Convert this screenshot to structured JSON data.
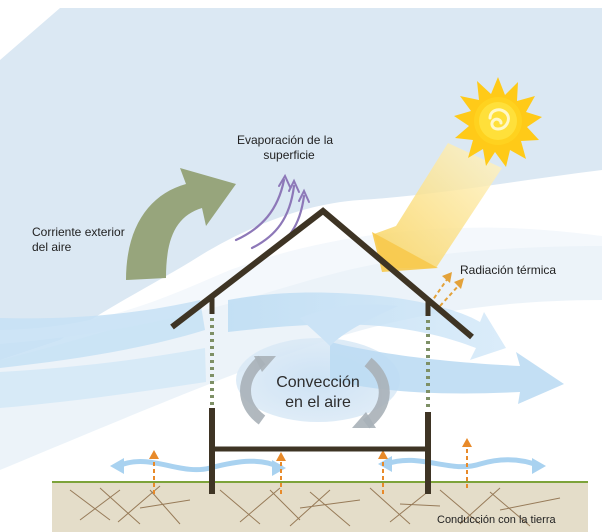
{
  "labels": {
    "outside_air_line1": "Corriente  exterior",
    "outside_air_line2": "del aire",
    "evaporation_line1": "Evaporación de la",
    "evaporation_line2": "superficie",
    "thermal_radiation": "Radiación térmica",
    "convection_line1": "Convección",
    "convection_line2": "en el aire",
    "ground_conduction": "Conducción con la tierra"
  },
  "colors": {
    "sky_blue": "#dbe8f3",
    "airflow_blue": "#b7daf3",
    "outside_air_arrow": "#97a57c",
    "evaporation_arrows": "#8d78b8",
    "sun_yellow": "#ffd21f",
    "sun_rays": "#ffca18",
    "sun_beam": "#fbd96b",
    "house_brown": "#3e3424",
    "wall_dashes": "#7e9066",
    "heat_arrows": "#e88a2a",
    "ground": "#e4ddc9",
    "grass_line": "#7da33a",
    "convection_arrows": "#a9b1b8"
  },
  "icons": [
    "sun-icon",
    "outside-air-arrow-icon",
    "evaporation-arrows-icon",
    "convection-arrows-icon",
    "heat-arrow-icon"
  ]
}
